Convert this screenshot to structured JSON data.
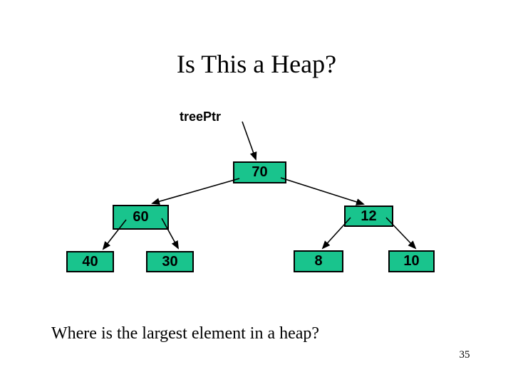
{
  "slide": {
    "title": "Is This a Heap?",
    "pointer_label": "treePtr",
    "question": "Where is the largest element in a heap?",
    "page_number": "35",
    "colors": {
      "background": "#ffffff",
      "node_fill": "#19c48d",
      "node_border": "#000000",
      "text": "#000000"
    },
    "tree": {
      "nodes": [
        {
          "value": "70"
        },
        {
          "value": "60"
        },
        {
          "value": "12"
        },
        {
          "value": "40"
        },
        {
          "value": "30"
        },
        {
          "value": "8"
        },
        {
          "value": "10"
        }
      ],
      "edges": [
        {
          "from": "treePtr",
          "to": "70"
        },
        {
          "from": "70",
          "to": "60"
        },
        {
          "from": "70",
          "to": "12"
        },
        {
          "from": "60",
          "to": "40"
        },
        {
          "from": "60",
          "to": "30"
        },
        {
          "from": "12",
          "to": "8"
        },
        {
          "from": "12",
          "to": "10"
        }
      ]
    }
  }
}
